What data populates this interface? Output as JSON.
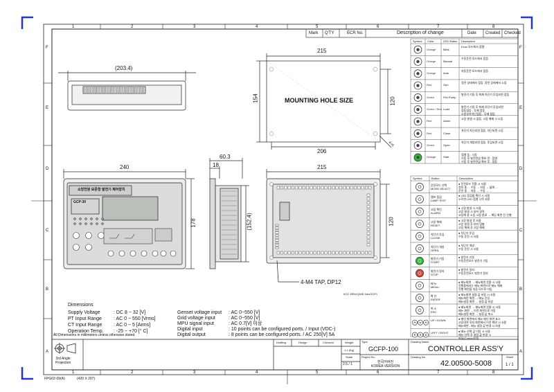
{
  "zone_letters": [
    "F",
    "E",
    "D",
    "C",
    "B",
    "A"
  ],
  "zone_numbers": [
    "1",
    "2",
    "3",
    "4",
    "5",
    "6",
    "7",
    "8"
  ],
  "revision_header": [
    "Mark",
    "Q'TY",
    "ECR No.",
    "Description of change",
    "Date",
    "Created",
    "Checked"
  ],
  "led_table": {
    "headers": [
      "Symbol",
      "Color",
      "LED Status",
      "Description"
    ],
    "rows": [
      {
        "icon": "cycle-mode-icon",
        "color": "Orange",
        "status": "Blink",
        "desc": "Ecus 모드에서 점멸"
      },
      {
        "icon": "hand-manual-icon",
        "color": "Orange",
        "status": "Manual",
        "desc": "수동운전 모드에서 점등"
      },
      {
        "icon": "auto-mode-icon",
        "color": "Orange",
        "status": "Auto",
        "desc": "자동운전 모드에서 점등"
      },
      {
        "icon": "generator-icon",
        "color": "Red",
        "status": "Gen",
        "desc": "정전 상태에서 점등, 정전 상태에서 소등"
      },
      {
        "icon": "fire-pump-icon",
        "color": "Green",
        "status": "Fire Pump",
        "desc": "발전기 기동 후 화재 차단기 투입되면 점등"
      },
      {
        "icon": "load-icon",
        "color": "Green / Red",
        "status": "Load",
        "desc": "발전기 기동 후 화재 차단기 투입되면\n점등점등 - 투제 점등\n소방부하차단점등 - 투제 점등"
      },
      {
        "icon": "alarm-icon",
        "color": "Red",
        "status": "Alarm",
        "desc": "고장 발생 시 점등, 고장 해제 시 소등"
      },
      {
        "icon": "breaker-close-icon",
        "color": "Red",
        "status": "Close",
        "desc": "차단기 차단되면 점등, 차단되면 소등"
      },
      {
        "icon": "breaker-open-icon",
        "color": "Green",
        "status": "Open",
        "desc": "차단기 개방되면 점등, 투입되면 소등"
      },
      {
        "icon": "start-lamp-icon",
        "color": "Orange",
        "status": "Start",
        "desc": "점멸 등 : 시동\n기동 후 발전전압 확보 전 : 점멸\n기동 후 발전전압 확보 후 : 점등"
      }
    ]
  },
  "button_table": {
    "headers": [
      "Symbol",
      "Button",
      "Description"
    ],
    "rows": [
      {
        "icon": "mode-select-icon",
        "button": "운전모드 선택\nMODE SELECT",
        "desc": "● 운전모드 전환 시 사용\n정지 중 ... 수동 → 자동 → 블록 ...\n운전 중 ... 자동 → 수동 → ..."
      },
      {
        "icon": "lamp-test-icon",
        "button": "램프 점검\nLAMP TEST",
        "desc": "● LED 점검을 확인 시 사용\n누르면 LED 점멸 시작 사용"
      },
      {
        "icon": "alarm-bell-icon",
        "button": "고장 확인\nALARM",
        "desc": "● 고장 발생 시 사용\n고장 발생 시 부저 경적\n고장해 중 소음 고장 종료 → 해당 화면 진 진행"
      },
      {
        "icon": "reset-icon",
        "button": "고장 해제\nRESET",
        "desc": "● 고장 발생 후 사용\n고장 발생 후 부저 멈춤\n고장 해제 후 고장 해제"
      },
      {
        "icon": "close-button-icon",
        "button": "차단기 투입\nCLOSE",
        "desc": "● 차단기 투입\n수동 운전 시 사용"
      },
      {
        "icon": "open-button-icon",
        "button": "차단기 개방\nOPEN",
        "desc": "● 차단기 개방\n수동 운전 시 사용"
      },
      {
        "icon": "start-button-icon",
        "button": "발전기 기동\nSTART",
        "desc": "● 발전기 기동\n수동운전모드 발전기 기동"
      },
      {
        "icon": "stop-button-icon",
        "button": "발전기 정지\nSTOP",
        "desc": "● 발전기 정지\n수동운전모드 발전기 정지"
      },
      {
        "icon": "menu-icon",
        "button": "메 뉴\nMENU",
        "desc": "● 메뉴화면 → 메뉴화면 전환 시 사용\n진행중에서는 메뉴 화면으로 메뉴 해제\n진행 화면을 처음 모드로 이동"
      },
      {
        "icon": "enter-icon",
        "button": "확 인\nENTER",
        "desc": "● 메뉴화면 설정 값 저장 시 사용\n메뉴화면 화면 → 메뉴 진입\n메뉴설정 화면 → 설정 값 저장"
      },
      {
        "icon": "esc-icon",
        "button": "취 소\nESC",
        "desc": "● 메뉴화면 → 메뉴화면 전환 시 사용\n메뉴 화면 → 이전 화면으로 이동\n메뉴설정 화면 → 설정 값 취소"
      },
      {
        "icon": "up-down-icon",
        "button": "UP / DOWN",
        "desc": "● 메인 화면에서 메뉴 메인 화면 표시\n고장내역 유지 화면에서 이전 화면 시 사용\n메뉴화면 - 메뉴 설정 값 변경 시 사용"
      },
      {
        "icon": "left-right-icon",
        "button": "LEFT / RIGHT",
        "desc": "● 메뉴 선택 값 이동 시 사용\n메뉴 선택 후 설정 값 변경 시\n커서(Cursor)이동"
      }
    ]
  },
  "dimensions": {
    "top_view_width": "(203.4)",
    "mount_width": "215",
    "mount_height": "154",
    "mount_inner_height": "120",
    "mount_bottom_width": "206",
    "mount_hole": "4-r5",
    "mount_label": "MOUNTING HOLE SIZE",
    "front_width": "240",
    "front_height": "178",
    "side_depth": "60.3",
    "side_flange": "18",
    "side_height": "(152.4)",
    "rear_width": "215",
    "rear_height": "120",
    "tap_label": "4-M4 TAP, DP12",
    "pcb_label": "KCC-REM-QWE-NeoGCP1"
  },
  "specs": {
    "title": "Dimensions",
    "left": [
      {
        "name": "Supply Voltage",
        "value": ": DC 8 ~ 32 [V]"
      },
      {
        "name": "PT Input Range",
        "value": ": AC 0 ~ 550 [Vrms]"
      },
      {
        "name": "CT Input Range",
        "value": ": AC 0 ~ 5     [Arms]"
      },
      {
        "name": "Operation Temp.",
        "value": ": -25 ~ +70 [° C]"
      }
    ],
    "right": [
      {
        "name": "Genset voltage input",
        "value": ": AC 0~550 [V]"
      },
      {
        "name": "Grid voltage input",
        "value": ": AC 0~550 [V]"
      },
      {
        "name": "MPU signal input",
        "value": ": AC 0.7[V] 이상"
      },
      {
        "name": "Digital input",
        "value": ": 10 points can be configured ports. / Input (VDC-)"
      },
      {
        "name": "Digital output",
        "value": ":   8 points can be configured ports. / AC 250[V] 5A"
      }
    ]
  },
  "panel": {
    "title": "소방전원 보존형 발전기 제어장치",
    "model": "GCP-30"
  },
  "notes": {
    "dims_note": "All Dimensions in millimeters unless otherwise stated"
  },
  "title_block": {
    "projection": "3rd Angle\nProjection",
    "drafting": "Drafting",
    "design": "Design",
    "checked": "Checked",
    "weight_label": "Weight",
    "weight_value": "1.1 (Kg)",
    "scale_label": "Scale",
    "scale_value": "2.5 / 1",
    "type_label": "Type",
    "type_value": "GCFP-100",
    "project_label": "Project No.",
    "project_value": "한국어버전\nKOREA VERSION",
    "drawing_name_label": "Drawing Name",
    "drawing_name": "CONTROLLER ASS'Y",
    "drawing_no_label": "Drawing No.",
    "drawing_no": "42.00500-5008",
    "sheet_label": "Sheet",
    "sheet_value": "1 / 1"
  },
  "form_code": "FPG02-09(A)",
  "paper_size": "(420 X 297)"
}
